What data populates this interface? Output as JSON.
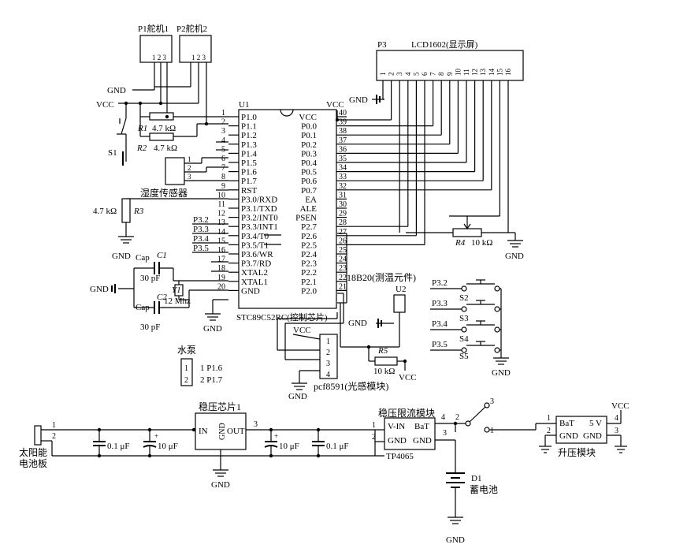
{
  "u1": {
    "ref": "U1",
    "name": "STC89C52RC(控制芯片)",
    "left_pins": [
      {
        "num": "1",
        "label": "P1.0"
      },
      {
        "num": "2",
        "label": "P1.1"
      },
      {
        "num": "3",
        "label": "P1.2"
      },
      {
        "num": "4",
        "label": "P1.3"
      },
      {
        "num": "5",
        "label": "P1.4"
      },
      {
        "num": "6",
        "label": "P1.5"
      },
      {
        "num": "7",
        "label": "P1.6"
      },
      {
        "num": "8",
        "label": "P1.7"
      },
      {
        "num": "9",
        "label": "RST"
      },
      {
        "num": "10",
        "label": "P3.0/RXD"
      },
      {
        "num": "11",
        "label": "P3.1/TXD"
      },
      {
        "num": "12",
        "label": "P3.2/INT0"
      },
      {
        "num": "13",
        "label": "P3.3/INT1"
      },
      {
        "num": "14",
        "label": "P3.4/T0"
      },
      {
        "num": "15",
        "label": "P3.5/T1"
      },
      {
        "num": "16",
        "label": "P3.6/WR"
      },
      {
        "num": "17",
        "label": "P3.7/RD"
      },
      {
        "num": "18",
        "label": "XTAL2"
      },
      {
        "num": "19",
        "label": "XTAL1"
      },
      {
        "num": "20",
        "label": "GND"
      }
    ],
    "right_pins": [
      {
        "num": "40",
        "label": "VCC"
      },
      {
        "num": "39",
        "label": "P0.0"
      },
      {
        "num": "38",
        "label": "P0.1"
      },
      {
        "num": "37",
        "label": "P0.2"
      },
      {
        "num": "36",
        "label": "P0.3"
      },
      {
        "num": "35",
        "label": "P0.4"
      },
      {
        "num": "34",
        "label": "P0.5"
      },
      {
        "num": "33",
        "label": "P0.6"
      },
      {
        "num": "32",
        "label": "P0.7"
      },
      {
        "num": "31",
        "label": "EA"
      },
      {
        "num": "30",
        "label": "ALE"
      },
      {
        "num": "29",
        "label": "PSEN"
      },
      {
        "num": "28",
        "label": "P2.7"
      },
      {
        "num": "27",
        "label": "P2.6"
      },
      {
        "num": "26",
        "label": "P2.5"
      },
      {
        "num": "25",
        "label": "P2.4"
      },
      {
        "num": "24",
        "label": "P2.3"
      },
      {
        "num": "23",
        "label": "P2.2"
      },
      {
        "num": "22",
        "label": "P2.1"
      },
      {
        "num": "21",
        "label": "P2.0"
      }
    ]
  },
  "servo1": {
    "label": "P1舵机1",
    "pins": "1 2 3"
  },
  "servo2": {
    "label": "P2舵机2",
    "pins": "1 2 3"
  },
  "lcd": {
    "ref": "P3",
    "label": "LCD1602(显示屏)",
    "pins": [
      "1",
      "2",
      "3",
      "4",
      "5",
      "6",
      "7",
      "8",
      "9",
      "10",
      "11",
      "12",
      "13",
      "14",
      "15",
      "16"
    ]
  },
  "labels": {
    "gnd": "GND",
    "vcc": "VCC",
    "r1": "R1",
    "r1v": "4.7 kΩ",
    "r2": "R2",
    "r2v": "4.7 kΩ",
    "s1": "S1",
    "humidity": "湿度传感器",
    "hpins": [
      "1",
      "2",
      "3"
    ],
    "r3": "R3",
    "r3v": "4.7 kΩ",
    "c1": "C1",
    "c1cap": "Cap",
    "c1v": "30 pF",
    "y1": "Y1",
    "y1v": "12 Mhz",
    "c2": "C2",
    "c2cap": "Cap",
    "c2v": "30 pF",
    "r4": "R4",
    "r4v": "10 kΩ",
    "ds": "18B20(测温元件)",
    "u2": "U2",
    "r5": "R5",
    "r5v": "10 kΩ",
    "pcf": "pcf8591(光感模块)",
    "pcfpins": [
      "1",
      "2",
      "3",
      "4"
    ],
    "pump": "水泵",
    "pump1": "1  P1.6",
    "pump2": "2  P1.7",
    "p32": "P3.2",
    "p33": "P3.3",
    "p34": "P3.4",
    "p35": "P3.5",
    "s2": "S2",
    "s3": "S3",
    "s4": "S4",
    "s5": "S5",
    "solar": "太阳能\n电池板",
    "solar1": "太阳能",
    "solar2": "电池板",
    "c01a": "0.1 μF",
    "c10a": "10 μF",
    "c10b": "10 μF",
    "c01b": "0.1 μF",
    "reg": "稳压芯片1",
    "reg_in": "IN",
    "reg_gnd": "GND",
    "reg_out": "OUT",
    "reg3": "3",
    "chg": "稳压限流模块",
    "chg_vin": "V-IN",
    "chg_bat": "BaT",
    "chg_gnd1": "GND",
    "chg_gnd2": "GND",
    "chg_ic": "TP4065",
    "d1": "D1",
    "battery": "蓄电池",
    "boost": "升压模块",
    "boost_bat": "BaT",
    "boost_5v": "5 V",
    "boost_gnd1": "GND",
    "boost_gnd2": "GND"
  }
}
